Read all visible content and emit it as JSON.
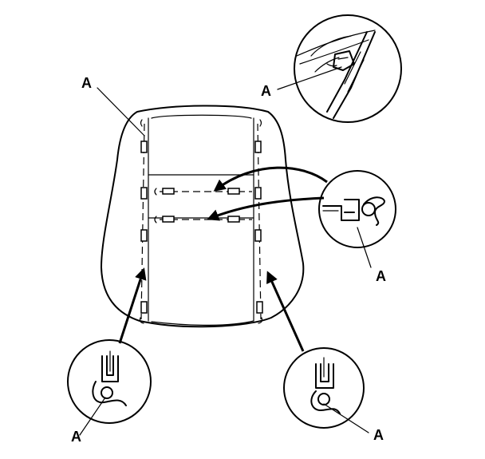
{
  "diagram": {
    "callout_label": "A",
    "labels": [
      {
        "id": "top-left",
        "text": "A"
      },
      {
        "id": "top-right-detail",
        "text": "A"
      },
      {
        "id": "right-detail",
        "text": "A"
      },
      {
        "id": "bottom-left-detail",
        "text": "A"
      },
      {
        "id": "bottom-right-detail",
        "text": "A"
      }
    ]
  }
}
